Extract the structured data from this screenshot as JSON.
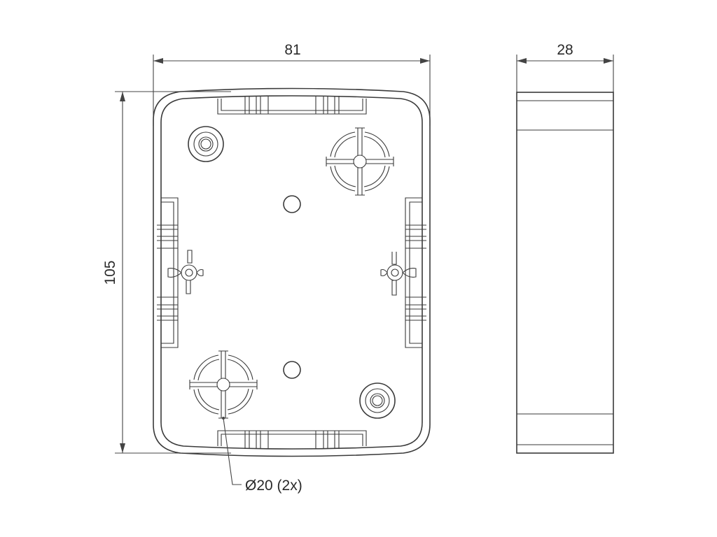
{
  "dimensions": {
    "width_label": "81",
    "height_label": "105",
    "depth_label": "28",
    "knockout_label": "Ø20 (2x)"
  },
  "colors": {
    "line": "#3a3a3a",
    "background": "#ffffff"
  }
}
